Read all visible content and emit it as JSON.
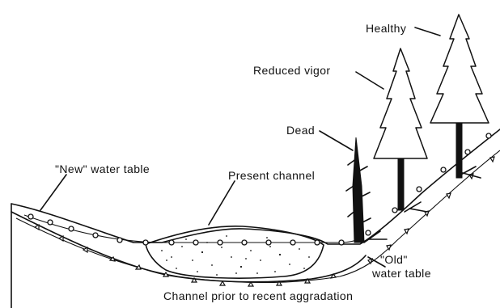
{
  "diagram": {
    "labels": {
      "healthy": "Healthy",
      "reduced_vigor": "Reduced vigor",
      "dead": "Dead",
      "new_water_table": "\"New\" water table",
      "present_channel": "Present channel",
      "old_water_table_1": "\"Old\"",
      "old_water_table_2": "water table",
      "prior_channel": "Channel prior to recent aggradation"
    },
    "colors": {
      "ink": "#111111",
      "background": "#ffffff"
    }
  }
}
